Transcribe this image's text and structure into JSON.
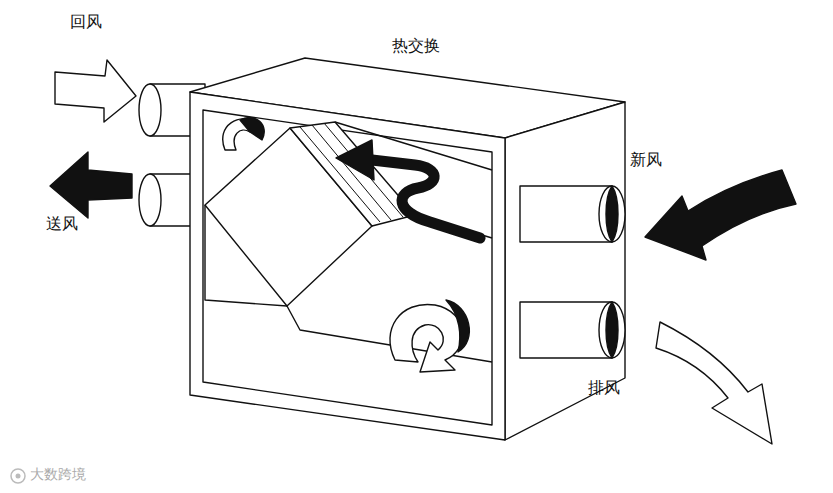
{
  "diagram": {
    "nodes": [
      {
        "text": [
          "热交换"
        ]
      }
    ],
    "labels": [
      "回风",
      "送风",
      "新风",
      "排风",
      "大数跨境"
    ]
  }
}
